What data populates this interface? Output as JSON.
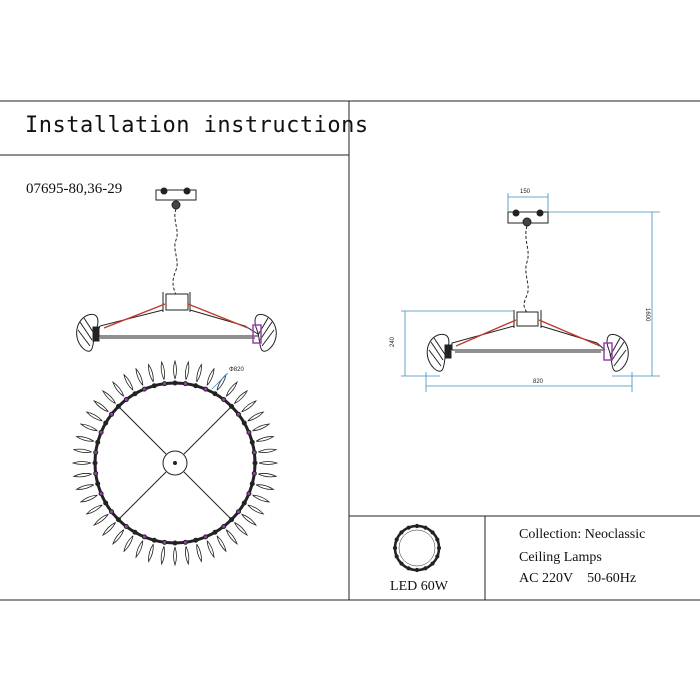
{
  "header": {
    "title": "Installation instructions",
    "model": "07695-80,36-29"
  },
  "drawing": {
    "diameter_label": "Φ820",
    "dimensions": {
      "canopy_width": "150",
      "total_height": "1600",
      "body_height": "240",
      "width": "820"
    }
  },
  "specs": {
    "led": "LED 60W",
    "collection": "Collection: Neoclassic",
    "category": "Ceiling Lamps",
    "voltage": "AC 220V",
    "frequency": "50-60Hz"
  },
  "colors": {
    "dimension_lines": "#3a8fbf",
    "accent_red": "#c0392b",
    "accent_purple": "#9b3fb0",
    "line": "#222222"
  }
}
